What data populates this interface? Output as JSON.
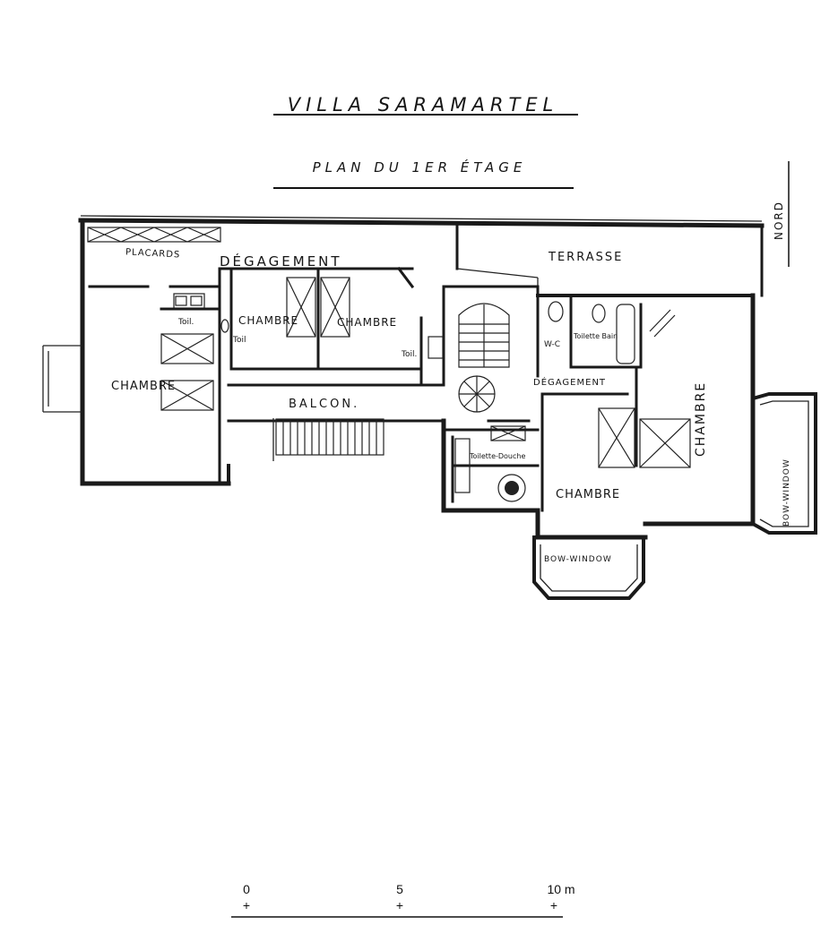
{
  "title": "VILLA SARAMARTEL",
  "subtitle": "PLAN DU 1ER ÉTAGE",
  "north": "NORD",
  "rooms": {
    "placards": "PLACARDS",
    "degagement_top": "DÉGAGEMENT",
    "chambre_west": "CHAMBRE",
    "toil_a": "Toil.",
    "toil_b": "Toil",
    "chambre_mid1": "CHAMBRE",
    "chambre_mid2": "CHAMBRE",
    "toil_c": "Toil.",
    "balcon": "BALCON.",
    "terrasse": "TERRASSE",
    "wc": "W-C",
    "toilette_bain": "Toilette Bain",
    "degagement_east": "DÉGAGEMENT",
    "chambre_east": "CHAMBRE",
    "toilette_douche": "Toilette-Douche",
    "chambre_south": "CHAMBRE",
    "bow_window_south": "BOW-WINDOW",
    "bow_window_east": "BOW-WINDOW"
  },
  "scale": {
    "tick_0": "0",
    "tick_5": "5",
    "tick_10": "10 m"
  }
}
